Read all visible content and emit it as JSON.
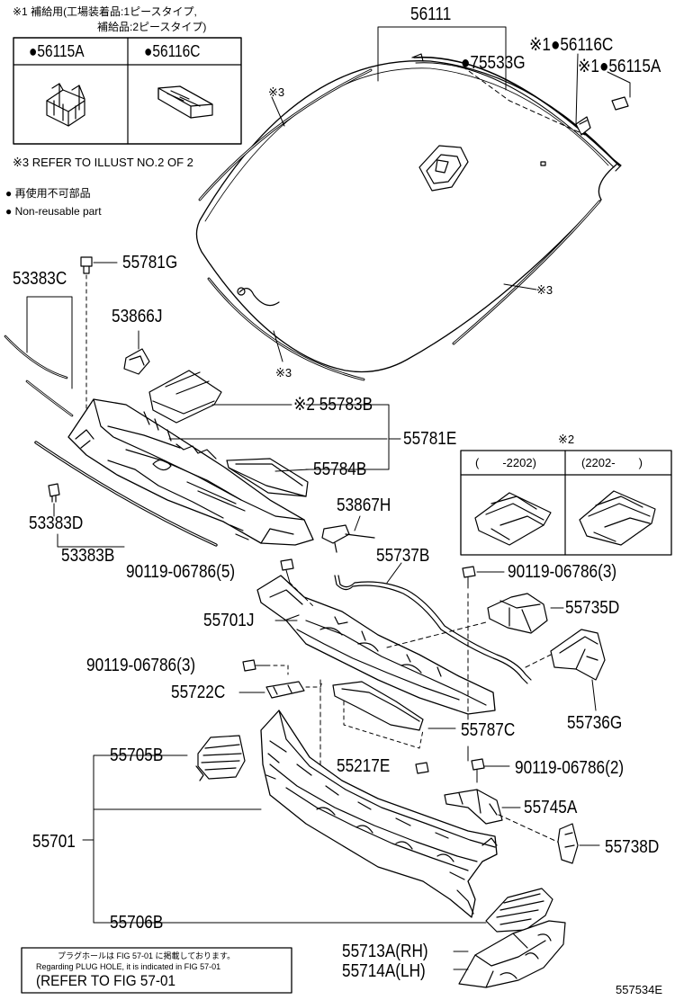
{
  "header_note": {
    "line1": "※1 補給用(工場装着品:1ピースタイプ,",
    "line2": "補給品:2ピースタイプ)"
  },
  "supply_box": {
    "left_part": "●56115A",
    "right_part": "●56116C"
  },
  "refer_note3": "※3 REFER TO ILLUST NO.2 OF 2",
  "legend": {
    "jp": "● 再使用不可部品",
    "en": "● Non-reusable part"
  },
  "variant_box": {
    "title": "※2",
    "col_left": "(　　-2202)",
    "col_right": "(2202-　　)"
  },
  "labels": {
    "p56111": "56111",
    "p75533G": "●75533G",
    "p56116C_top": "※1●56116C",
    "p56115A_top": "※1●56115A",
    "mark3_a": "※3",
    "mark3_b": "※3",
    "mark3_c": "※3",
    "p55781G": "55781G",
    "p53383C": "53383C",
    "p53866J": "53866J",
    "p55783B": "※2 55783B",
    "p55781E": "55781E",
    "p55784B": "55784B",
    "p53867H": "53867H",
    "p53383D": "53383D",
    "p53383B": "53383B",
    "p55737B": "55737B",
    "p90119_5": "90119-06786(5)",
    "p90119_3a": "90119-06786(3)",
    "p55701J": "55701J",
    "p55735D": "55735D",
    "p90119_3b": "90119-06786(3)",
    "p55722C": "55722C",
    "p55736G": "55736G",
    "p55787C": "55787C",
    "p55705B": "55705B",
    "p55217E": "55217E",
    "p90119_2": "90119-06786(2)",
    "p55745A": "55745A",
    "p55701": "55701",
    "p55738D": "55738D",
    "p55706B": "55706B",
    "p55713A": "55713A(RH)",
    "p55714A": "55714A(LH)",
    "figure_id": "557534E"
  },
  "refer_box": {
    "line1": "プラグホールは FIG 57-01 に掲載しております。",
    "line2": "Regarding PLUG HOLE, it is indicated in FIG 57-01",
    "line3": "(REFER TO FIG 57-01"
  }
}
